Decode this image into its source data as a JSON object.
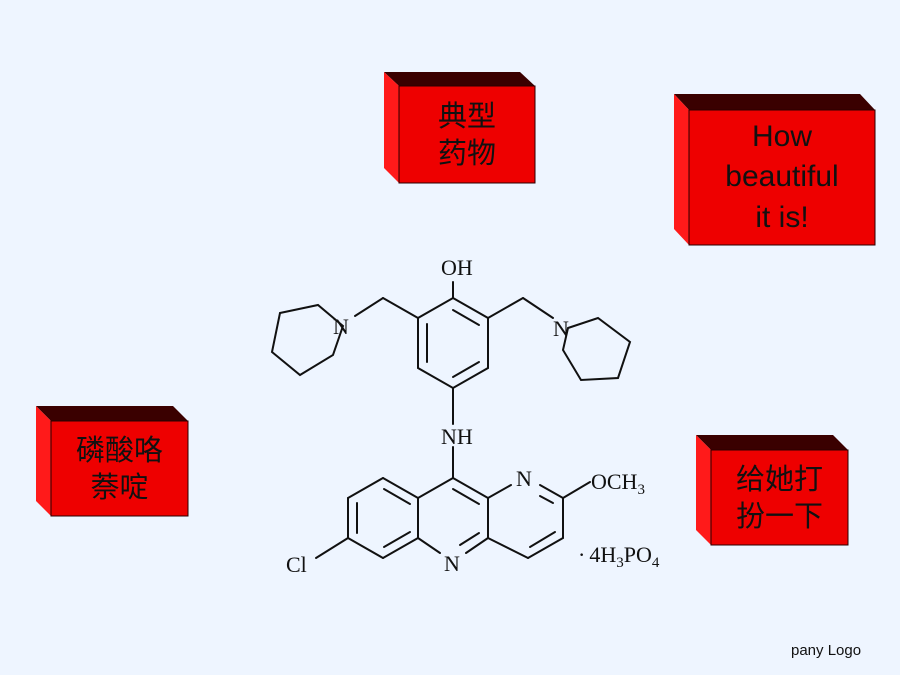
{
  "boxes": {
    "typical_drug": {
      "lines": [
        "典型",
        "药物"
      ]
    },
    "how_beautiful": {
      "lines": [
        "How",
        "beautiful",
        "it is!"
      ]
    },
    "drug_name": {
      "lines": [
        "磷酸咯",
        "萘啶"
      ]
    },
    "dress_up": {
      "lines": [
        "给她打",
        "扮一下"
      ]
    }
  },
  "molecule": {
    "oh": "OH",
    "n_left": "N",
    "n_right": "N",
    "nh": "NH",
    "n_pyridine": "N",
    "n_acridine": "N",
    "och3": [
      "OCH",
      "3"
    ],
    "cl": "Cl",
    "salt": [
      "·",
      "4H",
      "3",
      "PO",
      "4"
    ]
  },
  "footer": {
    "logo_text": "pany Logo"
  },
  "colors": {
    "box_front": "#ee0000",
    "box_top": "#3a0000",
    "box_side": "#ff1a1a",
    "background": "#eef5ff"
  }
}
